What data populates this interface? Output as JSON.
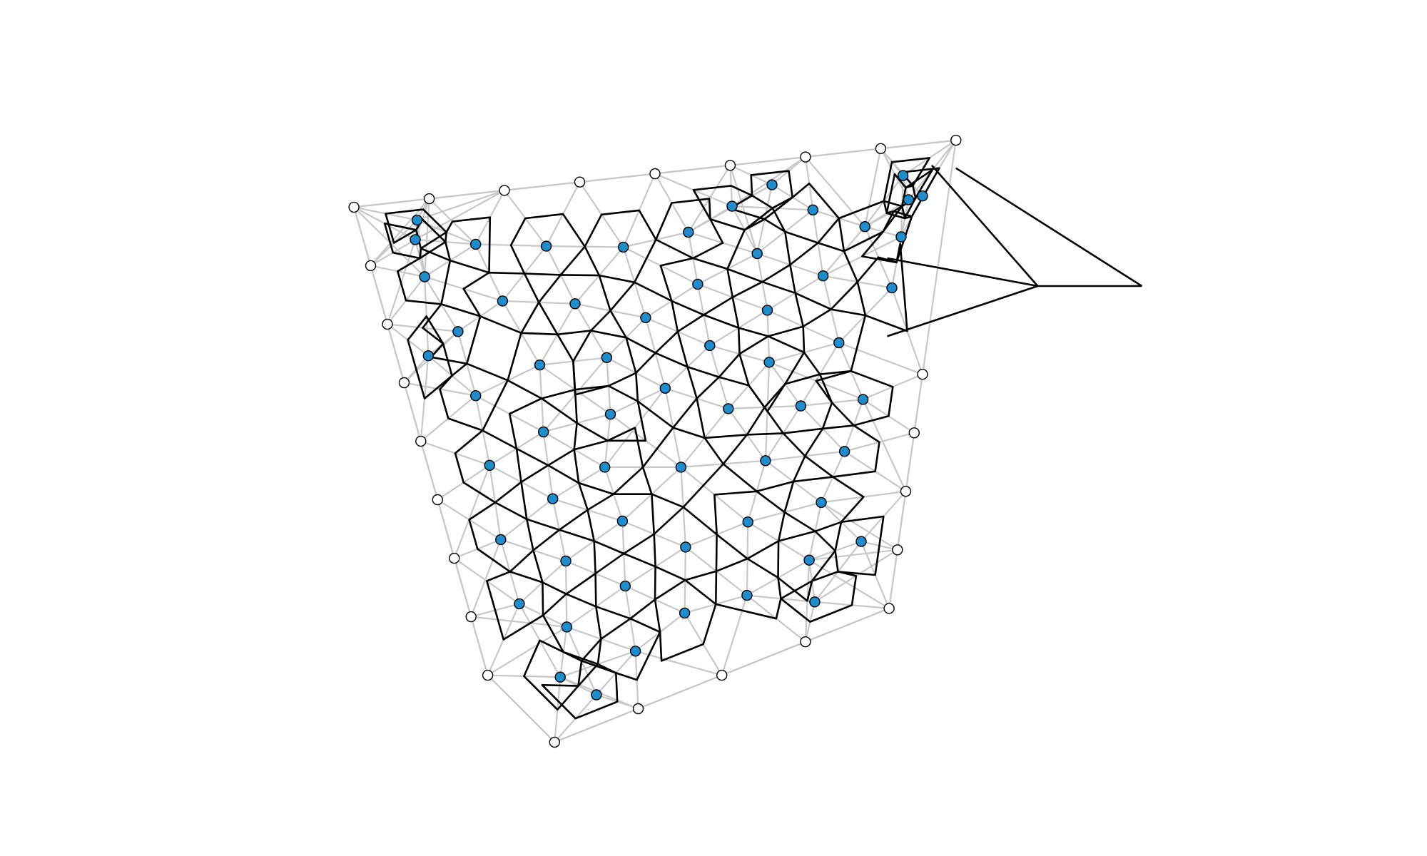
{
  "diagram": {
    "kind": "voronoi-delaunay-mesh",
    "colors": {
      "interior_site": "#1f8dcc",
      "boundary_site": "#ffffff",
      "delaunay_edge": "#c8c8c8",
      "voronoi_edge": "#000000",
      "background": "#ffffff"
    },
    "boundary_site_count": 24,
    "interior_site_count": 74,
    "text": []
  }
}
